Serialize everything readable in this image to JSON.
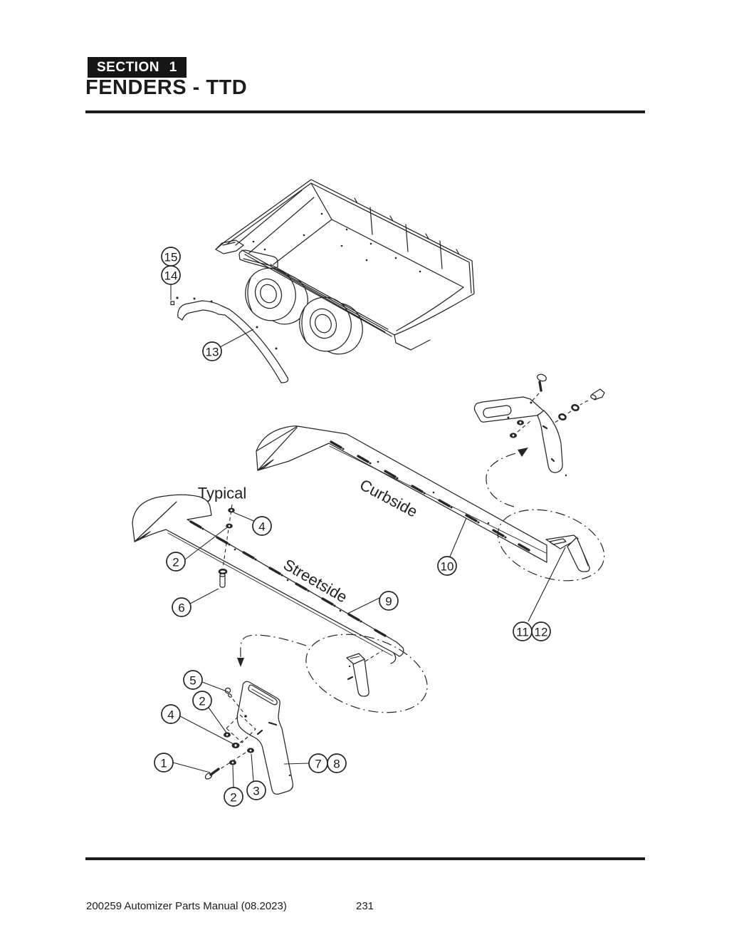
{
  "header": {
    "section_label": "SECTION 1",
    "title": "FENDERS - TTD"
  },
  "diagram": {
    "labels": {
      "typical": "Typical",
      "curbside": "Curbside",
      "streetside": "Streetside"
    },
    "callouts": [
      {
        "n": "15"
      },
      {
        "n": "14"
      },
      {
        "n": "13"
      },
      {
        "n": "4"
      },
      {
        "n": "2"
      },
      {
        "n": "6"
      },
      {
        "n": "9"
      },
      {
        "n": "10"
      },
      {
        "n": "11"
      },
      {
        "n": "12"
      },
      {
        "n": "5"
      },
      {
        "n": "2"
      },
      {
        "n": "4"
      },
      {
        "n": "1"
      },
      {
        "n": "2"
      },
      {
        "n": "3"
      },
      {
        "n": "7"
      },
      {
        "n": "8"
      }
    ],
    "ink_color": "#262626"
  },
  "footer": {
    "left": "200259 Automizer Parts Manual (08.2023)",
    "page": "231"
  }
}
